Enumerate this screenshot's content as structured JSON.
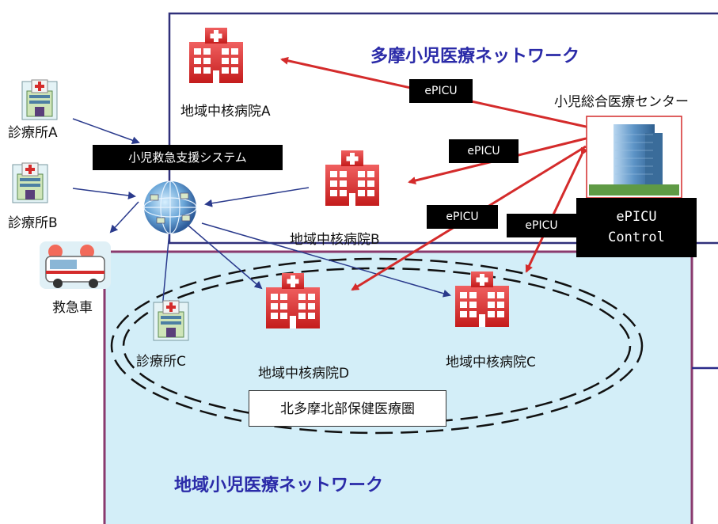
{
  "tama_network_title": "多摩小児医療ネットワーク",
  "regional_network_title": "地域小児医療ネットワーク",
  "support_system_label": "小児救急支援システム",
  "region_label": "北多摩北部保健医療圏",
  "center_label": "小児総合医療センター",
  "control_label_line1": "ePICU",
  "control_label_line2": "Control",
  "epicu_tag": "ePICU",
  "hospitals": {
    "a": "地域中核病院A",
    "b": "地域中核病院B",
    "c": "地域中核病院C",
    "d": "地域中核病院D"
  },
  "clinics": {
    "a": "診療所A",
    "b": "診療所B",
    "c": "診療所C"
  },
  "ambulance": "救急車",
  "colors": {
    "tama_border": "#30307a",
    "regional_border": "#8a3a6e",
    "regional_fill": "#d3eef8",
    "epicu_arrow": "#d42b2b",
    "blue_arrow": "#2a3a8c",
    "hospital_red": "#d92c2c"
  }
}
